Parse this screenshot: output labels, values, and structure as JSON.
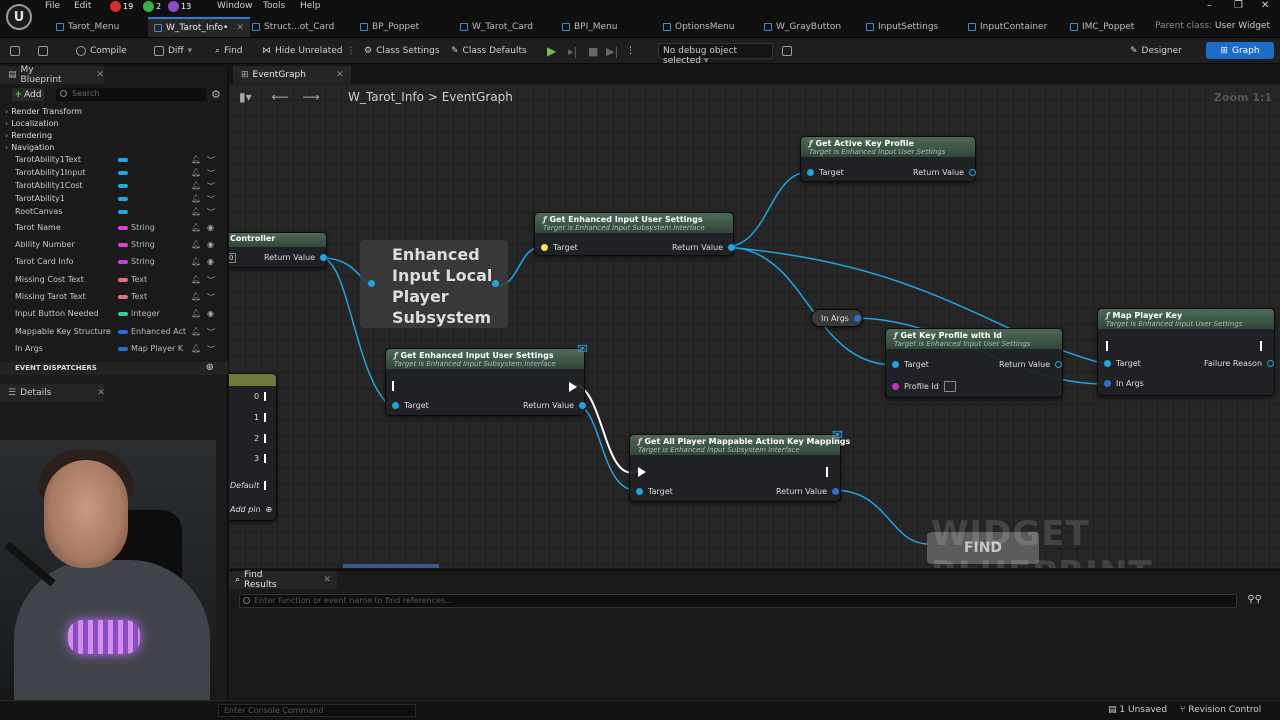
{
  "menu": [
    "File",
    "Edit",
    "Window",
    "Tools",
    "Help"
  ],
  "notifications": [
    {
      "count": "19",
      "color": "#d82c2c"
    },
    {
      "count": "2",
      "color": "#3bb14a"
    },
    {
      "count": "13",
      "color": "#8b4cc8"
    }
  ],
  "tabs": [
    {
      "label": "Tarot_Menu"
    },
    {
      "label": "W_Tarot_Info•"
    },
    {
      "label": "Struct...ot_Card"
    },
    {
      "label": "BP_Poppet"
    },
    {
      "label": "W_Tarot_Card"
    },
    {
      "label": "BPI_Menu"
    },
    {
      "label": "OptionsMenu"
    },
    {
      "label": "W_GrayButton"
    },
    {
      "label": "InputSettings"
    },
    {
      "label": "InputContainer"
    },
    {
      "label": "IMC_Poppet"
    }
  ],
  "parent_class": {
    "label": "Parent class:",
    "value": "User Widget"
  },
  "toolbar": {
    "compile": "Compile",
    "diff": "Diff",
    "find": "Find",
    "hide_unrelated": "Hide Unrelated",
    "class_settings": "Class Settings",
    "class_defaults": "Class Defaults",
    "debug_object": "No debug object selected",
    "designer": "Designer",
    "graph": "Graph"
  },
  "my_blueprint": {
    "title": "My Blueprint",
    "add": "Add",
    "search_placeholder": "Search",
    "categories": [
      "Render Transform",
      "Localization",
      "Rendering",
      "Navigation"
    ],
    "widgets": [
      "TarotAbility1Text",
      "TarotAbility1Input",
      "TarotAbility1Cost",
      "TarotAbility1",
      "RootCanvas"
    ],
    "variables": [
      {
        "name": "Tarot Name",
        "type": "String",
        "color": "#e040d0"
      },
      {
        "name": "Ability Number",
        "type": "String",
        "color": "#e040d0"
      },
      {
        "name": "Tarot Card Info",
        "type": "String",
        "color": "#c040e0"
      },
      {
        "name": "Missing Cost Text",
        "type": "Text",
        "color": "#e07080"
      },
      {
        "name": "Missing Tarot Text",
        "type": "Text",
        "color": "#e07080"
      },
      {
        "name": "Input Button Needed",
        "type": "Integer",
        "color": "#30d0a0"
      },
      {
        "name": "Mappable Key Structure",
        "type": "Enhanced Act",
        "color": "#2a6fd8"
      },
      {
        "name": "In Args",
        "type": "Map Player K",
        "color": "#2a6fd8"
      }
    ],
    "event_dispatchers": "EVENT DISPATCHERS"
  },
  "details": {
    "title": "Details"
  },
  "graph": {
    "tab": "EventGraph",
    "breadcrumb_root": "W_Tarot_Info",
    "breadcrumb_sep": ">",
    "breadcrumb_leaf": "EventGraph",
    "zoom": "Zoom 1:1",
    "watermark": "WIDGET BLUEPRINT",
    "find_button": "FIND",
    "nodes": {
      "controller": {
        "title": "Controller",
        "index": "0",
        "out": "Return Value"
      },
      "subsystem": {
        "lines": [
          "Enhanced",
          "Input Local",
          "Player",
          "Subsystem"
        ]
      },
      "get_settings_top": {
        "title": "Get Enhanced Input User Settings",
        "sub": "Target is Enhanced Input Subsystem Interface",
        "in": "Target",
        "out": "Return Value"
      },
      "get_settings_mid": {
        "title": "Get Enhanced Input User Settings",
        "sub": "Target is Enhanced Input Subsystem Interface",
        "in": "Target",
        "out": "Return Value"
      },
      "active_key_profile": {
        "title": "Get Active Key Profile",
        "sub": "Target is Enhanced Input User Settings",
        "in": "Target",
        "out": "Return Value"
      },
      "in_args": {
        "label": "In Args"
      },
      "key_profile_by_id": {
        "title": "Get Key Profile with Id",
        "sub": "Target is Enhanced Input User Settings",
        "in": "Target",
        "in2": "Profile Id",
        "out": "Return Value"
      },
      "map_player_key": {
        "title": "Map Player Key",
        "sub": "Target is Enhanced Input User Settings",
        "in": "Target",
        "in2": "In Args",
        "out": "Failure Reason"
      },
      "mappings": {
        "title": "Get All Player Mappable Action Key Mappings",
        "sub": "Target is Enhanced Input Subsystem Interface",
        "in": "Target",
        "out": "Return Value"
      },
      "switch": {
        "pins": [
          "0",
          "1",
          "2",
          "3"
        ],
        "default": "Default",
        "add_pin": "Add pin"
      }
    }
  },
  "find_results": {
    "title": "Find Results",
    "placeholder": "Enter function or event name to find references..."
  },
  "status": {
    "console_placeholder": "Enter Console Command",
    "unsaved": "1 Unsaved",
    "revision": "Revision Control"
  }
}
